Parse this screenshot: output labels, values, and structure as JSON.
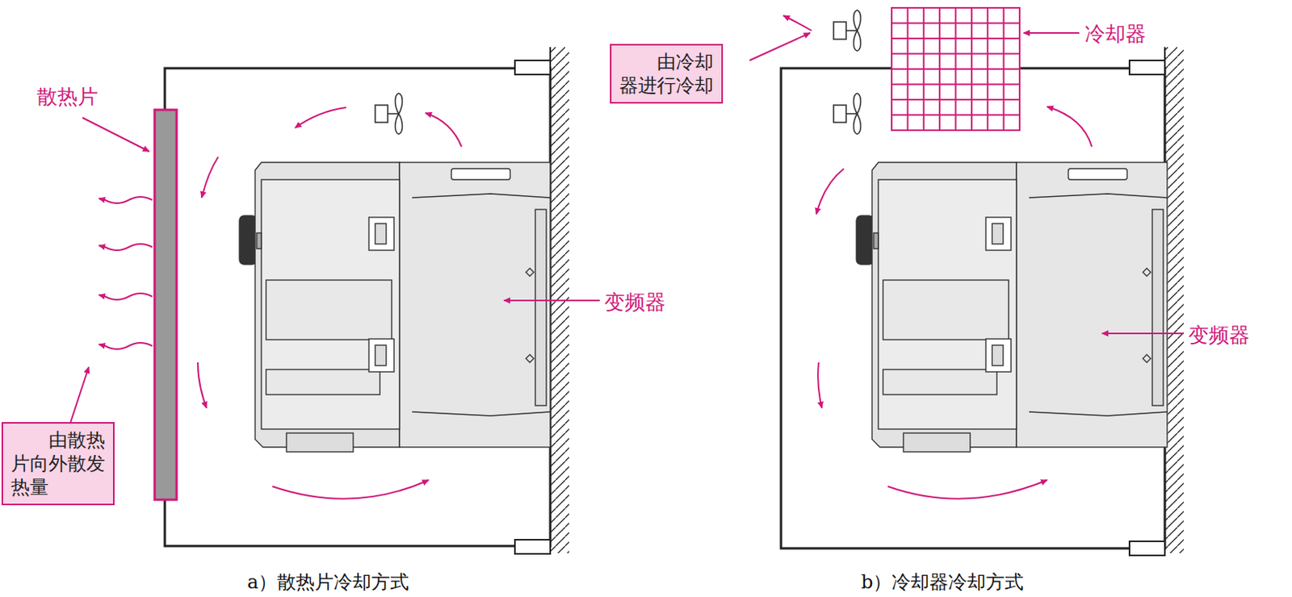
{
  "diagram": {
    "nodes": [
      {
        "text": [
          "由散热片向外散发热量"
        ]
      },
      {
        "text": [
          "由冷却器进行冷却"
        ]
      }
    ],
    "labels": [
      "散热片",
      "变频器",
      "冷却器",
      "变频器",
      "a）散热片冷却方式",
      "b）冷却器冷却方式"
    ]
  }
}
